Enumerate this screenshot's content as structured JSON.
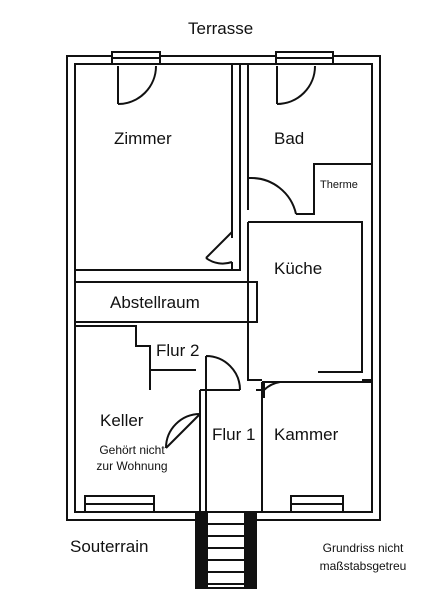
{
  "header": {
    "top_label": "Terrasse"
  },
  "rooms": {
    "zimmer": "Zimmer",
    "bad": "Bad",
    "therme": "Therme",
    "kueche": "Küche",
    "abstellraum": "Abstellraum",
    "flur2": "Flur 2",
    "keller": "Keller",
    "keller_note_line1": "Gehört nicht",
    "keller_note_line2": "zur Wohnung",
    "flur1": "Flur 1",
    "kammer": "Kammer"
  },
  "footer": {
    "souterrain": "Souterrain",
    "note_line1": "Grundriss nicht",
    "note_line2": "maßstabsgetreu"
  }
}
